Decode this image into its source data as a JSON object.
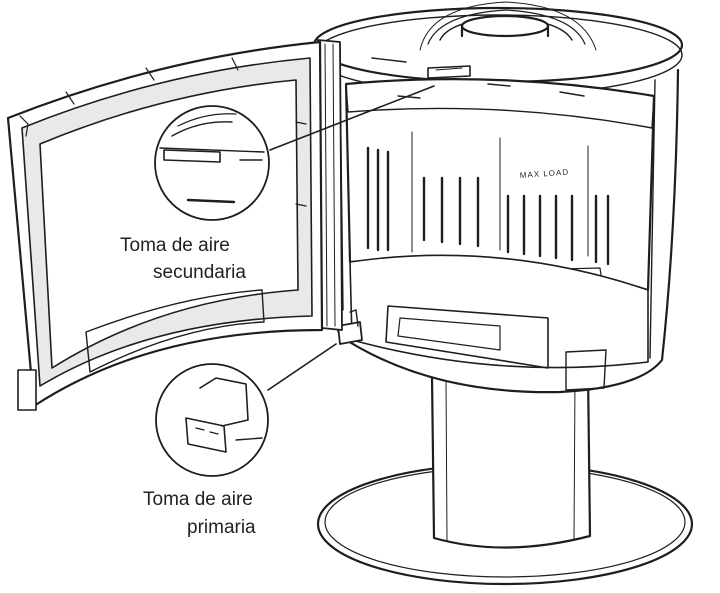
{
  "labels": {
    "secondary_line1": "Toma de aire",
    "secondary_line2": "secundaria",
    "primary_line1": "Toma de aire",
    "primary_line2": "primaria"
  },
  "stove_label": "MAX LOAD",
  "colors": {
    "ink": "#1e1e1e",
    "background": "#ffffff",
    "glass_frame": "#e9e9e9"
  }
}
